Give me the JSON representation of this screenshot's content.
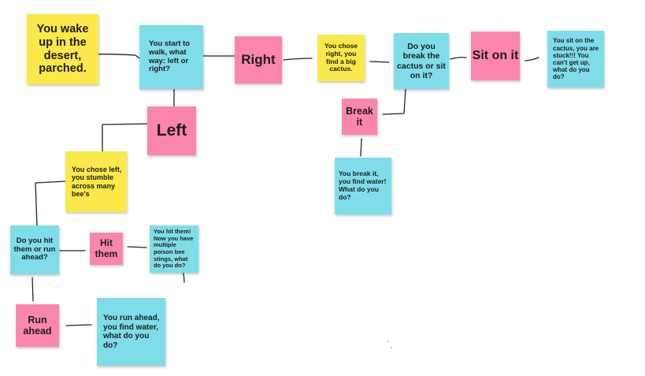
{
  "board": {
    "colors": {
      "yellow": "#fbe84a",
      "cyan": "#7fdde9",
      "pink": "#fb86ad",
      "ink": "#1d1d1d"
    },
    "notes": {
      "wake": "You wake up in the desert, parched.",
      "start": "You start to walk, what way: left or right?",
      "right": "Right",
      "chose_right": "You chose right, you find a big cactus.",
      "do_break": "Do you break the cactus or sit on it?",
      "sit": "Sit on it",
      "sat": "You sit on the cactus, you are stuck!!! You can't get up, what do you do?",
      "break": "Break it",
      "found_water": "You break it, you find water! What do you do?",
      "left": "Left",
      "chose_left": "You chose left, you stumble across many bee's",
      "hit_q": "Do you hit them or run ahead?",
      "hit": "Hit them",
      "hit_res": "You hit them! Now you have multiple poison bee stings, what do you do?",
      "run": "Run ahead",
      "run_res": "You run ahead, you find water, what do you do?"
    }
  }
}
